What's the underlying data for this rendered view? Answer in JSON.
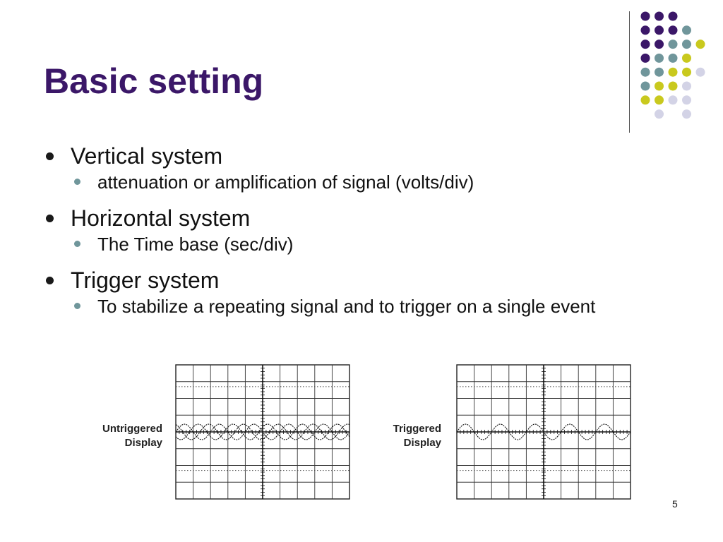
{
  "slide": {
    "title": "Basic setting",
    "bullets": [
      {
        "text": "Vertical system",
        "sub": [
          "attenuation or amplification of signal (volts/div)"
        ]
      },
      {
        "text": "Horizontal system",
        "sub": [
          "The Time base (sec/div)"
        ]
      },
      {
        "text": "Trigger system",
        "sub": [
          "To stabilize a repeating signal and to trigger on a single event"
        ]
      }
    ],
    "figures": {
      "untriggered": {
        "label_line1": "Untriggered",
        "label_line2": "Display"
      },
      "triggered": {
        "label_line1": "Triggered",
        "label_line2": "Display"
      }
    },
    "page_number": "5"
  },
  "theme": {
    "title_color": "#3b1768",
    "dot_colors": {
      "purple": "#3b1768",
      "teal": "#70969b",
      "yellow": "#c9c91e",
      "lavender": "#d3d3e6"
    },
    "dot_grid": [
      [
        "purple",
        "purple",
        "purple",
        "",
        ""
      ],
      [
        "purple",
        "purple",
        "purple",
        "teal",
        ""
      ],
      [
        "purple",
        "purple",
        "teal",
        "teal",
        "yellow"
      ],
      [
        "purple",
        "teal",
        "teal",
        "yellow",
        ""
      ],
      [
        "teal",
        "teal",
        "yellow",
        "yellow",
        "lavender"
      ],
      [
        "teal",
        "yellow",
        "yellow",
        "lavender",
        ""
      ],
      [
        "yellow",
        "yellow",
        "lavender",
        "lavender",
        ""
      ],
      [
        "",
        "lavender",
        "",
        "lavender",
        ""
      ]
    ]
  }
}
